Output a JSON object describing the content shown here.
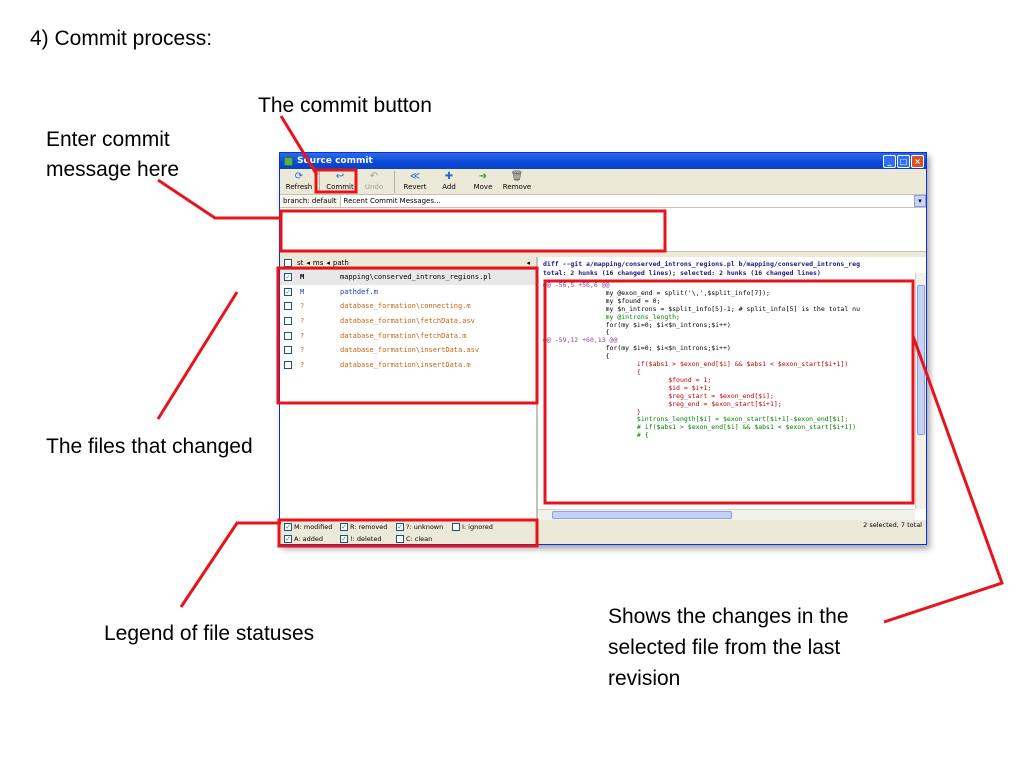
{
  "slide": {
    "heading": "4)   Commit process:",
    "callouts": {
      "commit_button": "The commit button",
      "enter_message_line1": "Enter commit",
      "enter_message_line2": "message here",
      "files_changed": "The files that changed",
      "legend": "Legend of file statuses",
      "changes_line1": "Shows the changes in the",
      "changes_line2": "selected file from the last",
      "changes_line3": "revision"
    },
    "highlight_color": "#e8141c"
  },
  "window": {
    "title": "Source commit",
    "controls": [
      "_",
      "□",
      "×"
    ],
    "toolbar": [
      {
        "label": "Refresh",
        "icon": "refresh-icon",
        "glyph": "⟳",
        "enabled": true
      },
      {
        "label": "Commit",
        "icon": "commit-icon",
        "glyph": "↩",
        "enabled": true
      },
      {
        "label": "Undo",
        "icon": "undo-icon",
        "glyph": "↶",
        "enabled": false
      },
      {
        "label": "Revert",
        "icon": "revert-icon",
        "glyph": "≪",
        "enabled": true
      },
      {
        "label": "Add",
        "icon": "add-icon",
        "glyph": "✚",
        "enabled": true
      },
      {
        "label": "Move",
        "icon": "move-icon",
        "glyph": "➜",
        "enabled": true
      },
      {
        "label": "Remove",
        "icon": "remove-icon",
        "glyph": "🗑",
        "enabled": true
      }
    ],
    "branch": "branch: default",
    "recent_messages": "Recent Commit Messages...",
    "file_columns": {
      "st": "st",
      "ms": "ms",
      "path": "path"
    },
    "files": [
      {
        "checked": true,
        "status": "M",
        "path": "mapping\\conserved_introns_regions.pl",
        "status_color": "#000000",
        "path_color": "#000000"
      },
      {
        "checked": true,
        "status": "M",
        "path": "pathdef.m",
        "status_color": "#1a3cc8",
        "path_color": "#1a3cc8"
      },
      {
        "checked": false,
        "status": "?",
        "path": "database_formation\\connecting.m",
        "status_color": "#c86414",
        "path_color": "#c86414"
      },
      {
        "checked": false,
        "status": "?",
        "path": "database_formation\\fetchData.asv",
        "status_color": "#c86414",
        "path_color": "#c86414"
      },
      {
        "checked": false,
        "status": "?",
        "path": "database_formation\\fetchData.m",
        "status_color": "#c86414",
        "path_color": "#c86414"
      },
      {
        "checked": false,
        "status": "?",
        "path": "database_formation\\insertData.asv",
        "status_color": "#c86414",
        "path_color": "#c86414"
      },
      {
        "checked": false,
        "status": "?",
        "path": "database_formation\\insertData.m",
        "status_color": "#c86414",
        "path_color": "#c86414"
      }
    ],
    "diff": {
      "header1": "diff --git a/mapping/conserved_introns_regions.pl b/mapping/conserved_introns_reg",
      "header2": "total: 2 hunks (16 changed lines); selected: 2 hunks (16 changed lines)",
      "lines": [
        {
          "kind": "hunk",
          "text": "@@ -56,5 +56,6 @@"
        },
        {
          "kind": "ctx",
          "text": "                my @exon_end = split('\\,',$split_info[7]);"
        },
        {
          "kind": "ctx",
          "text": "                my $found = 0;"
        },
        {
          "kind": "ctx",
          "text": "                my $n_introns = $split_info[5]-1; # split_info[5] is the total nu"
        },
        {
          "kind": "add",
          "text": "                my @introns_length;"
        },
        {
          "kind": "ctx",
          "text": "                for(my $i=0; $i<$n_introns;$i++)"
        },
        {
          "kind": "ctx",
          "text": "                {"
        },
        {
          "kind": "ctx",
          "text": ""
        },
        {
          "kind": "ctx",
          "text": ""
        },
        {
          "kind": "ctx",
          "text": ""
        },
        {
          "kind": "ctx",
          "text": ""
        },
        {
          "kind": "hunk",
          "text": "@@ -59,12 +60,13 @@"
        },
        {
          "kind": "ctx",
          "text": "                for(my $i=0; $i<$n_introns;$i++)"
        },
        {
          "kind": "ctx",
          "text": "                {"
        },
        {
          "kind": "rem",
          "text": "                        if($abs1 > $exon_end[$i] && $abs1 < $exon_start[$i+1])"
        },
        {
          "kind": "rem",
          "text": "                        {"
        },
        {
          "kind": "rem",
          "text": "                                $found = 1;"
        },
        {
          "kind": "rem",
          "text": "                                $id = $i+1;"
        },
        {
          "kind": "rem",
          "text": "                                $reg_start = $exon_end[$i];"
        },
        {
          "kind": "rem",
          "text": "                                $reg_end = $exon_start[$i+1];"
        },
        {
          "kind": "rem",
          "text": "                        }"
        },
        {
          "kind": "add",
          "text": "                        $introns_length[$i] = $exon_start[$i+1]-$exon_end[$i];"
        },
        {
          "kind": "add",
          "text": "                        # if($abs1 > $exon_end[$i] && $abs1 < $exon_start[$i+1])"
        },
        {
          "kind": "add",
          "text": "                        # {"
        }
      ]
    },
    "legend": [
      [
        {
          "label": "M: modified",
          "checked": true
        },
        {
          "label": "R: removed",
          "checked": true
        },
        {
          "label": "?: unknown",
          "checked": true
        },
        {
          "label": "I: ignored",
          "checked": false
        }
      ],
      [
        {
          "label": "A: added",
          "checked": true
        },
        {
          "label": "!: deleted",
          "checked": true
        },
        {
          "label": "C: clean",
          "checked": false
        }
      ]
    ],
    "status_text": "2 selected, 7 total"
  }
}
